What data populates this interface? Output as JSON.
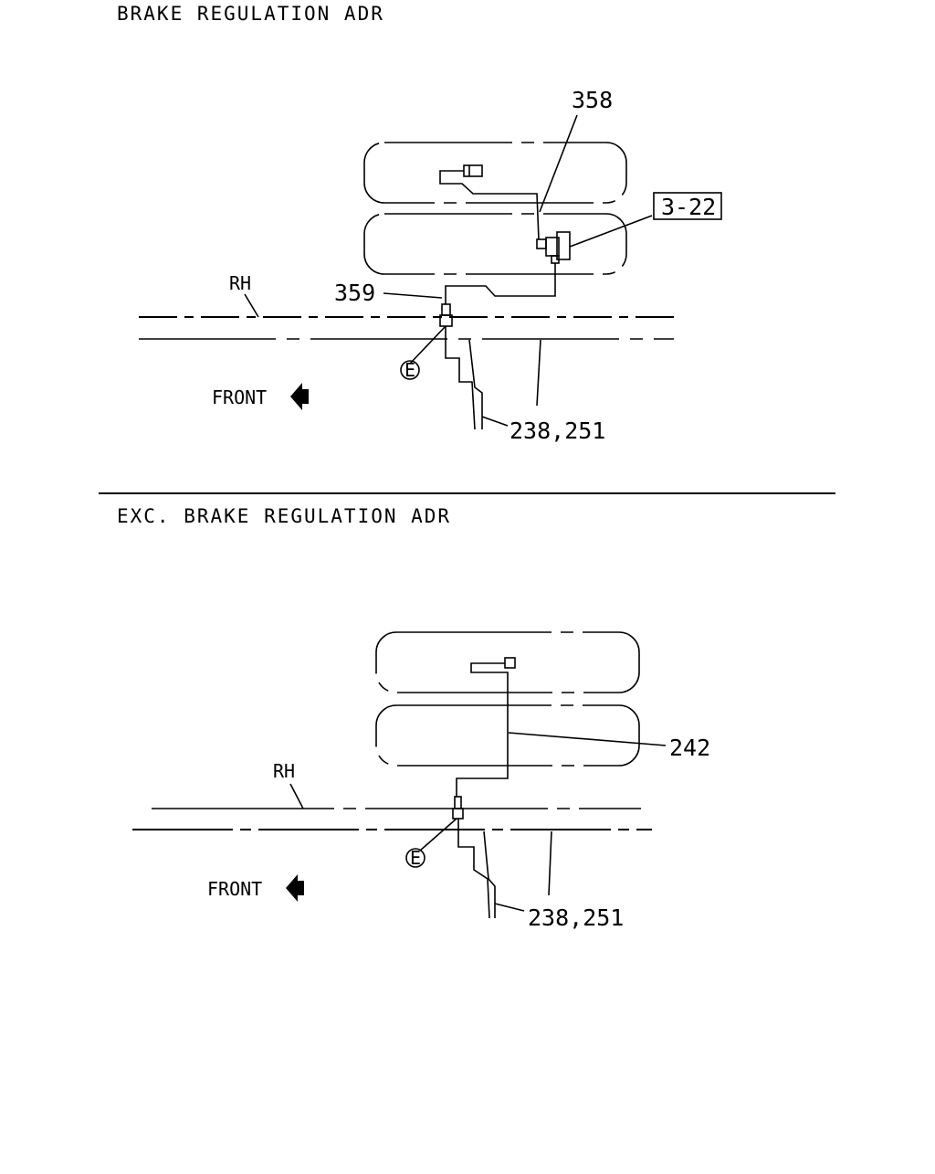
{
  "top_diagram": {
    "title": "BRAKE REGULATION ADR",
    "callout_358": "358",
    "callout_3_22": "3-22",
    "callout_359": "359",
    "side_label": "RH",
    "connector_label": "E",
    "front_label": "FRONT",
    "callout_238_251": "238,251"
  },
  "bottom_diagram": {
    "title": "EXC. BRAKE REGULATION ADR",
    "callout_242": "242",
    "side_label": "RH",
    "connector_label": "E",
    "front_label": "FRONT",
    "callout_238_251": "238,251"
  },
  "icons": {
    "front_arrow": "left-arrow-icon"
  }
}
